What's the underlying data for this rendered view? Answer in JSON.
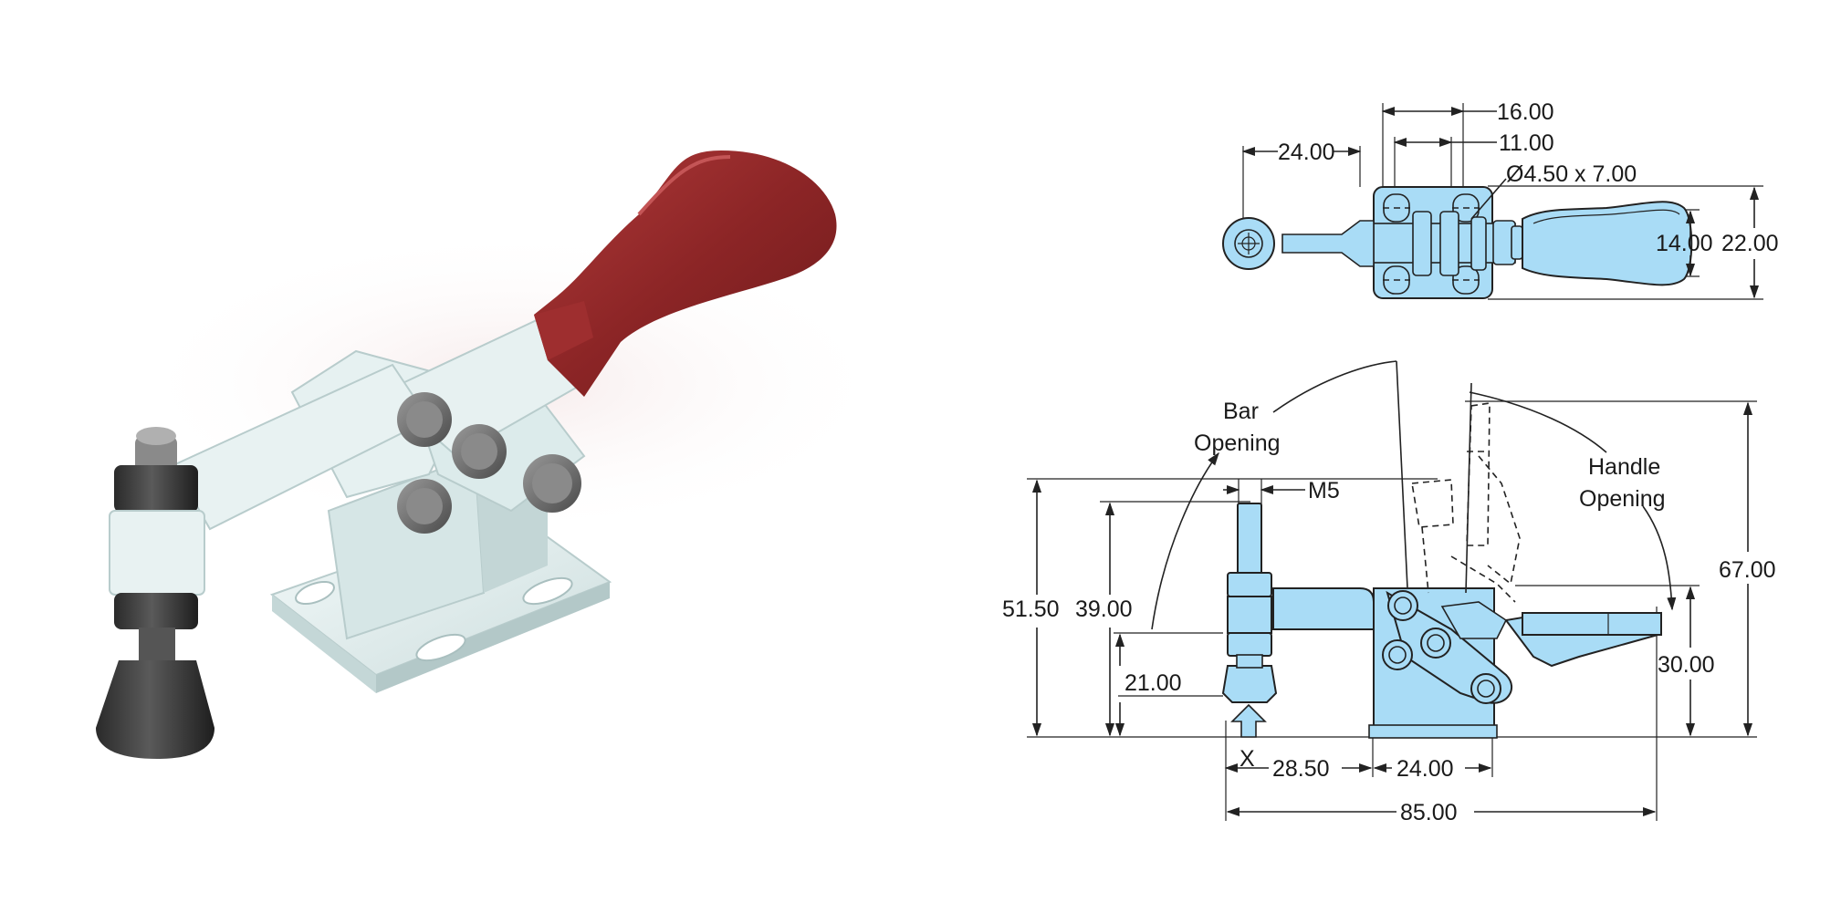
{
  "colors": {
    "handle_grip": "#8c2526",
    "clamp_body": "#e3efef",
    "spindle_dark": "#3b3b3b",
    "drawing_fill": "#a9dcf6",
    "line": "#222222"
  },
  "top_view": {
    "dims": {
      "d_16": "16.00",
      "d_11": "11.00",
      "d_24": "24.00",
      "hole": "Ø4.50 x 7.00",
      "d_14": "14.00",
      "d_22": "22.00"
    }
  },
  "side_view": {
    "labels": {
      "bar_opening_1": "Bar",
      "bar_opening_2": "Opening",
      "handle_opening_1": "Handle",
      "handle_opening_2": "Opening",
      "thread": "M5",
      "force_x": "X"
    },
    "dims": {
      "d_51_50": "51.50",
      "d_39": "39.00",
      "d_21": "21.00",
      "d_67": "67.00",
      "d_30": "30.00",
      "d_28_50": "28.50",
      "d_24": "24.00",
      "d_85": "85.00"
    }
  }
}
